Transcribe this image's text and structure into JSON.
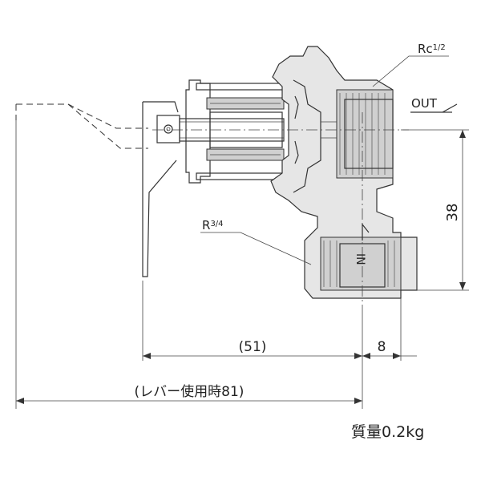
{
  "labels": {
    "rc": "Rc",
    "rc_frac": "1/2",
    "out": "OUT",
    "r": "R",
    "r_frac": "3/4",
    "in": "IN",
    "dim_height": "38",
    "dim_51": "(51)",
    "dim_8": "8",
    "dim_lever": "(レバー使用時81)",
    "weight": "質量0.2kg"
  }
}
